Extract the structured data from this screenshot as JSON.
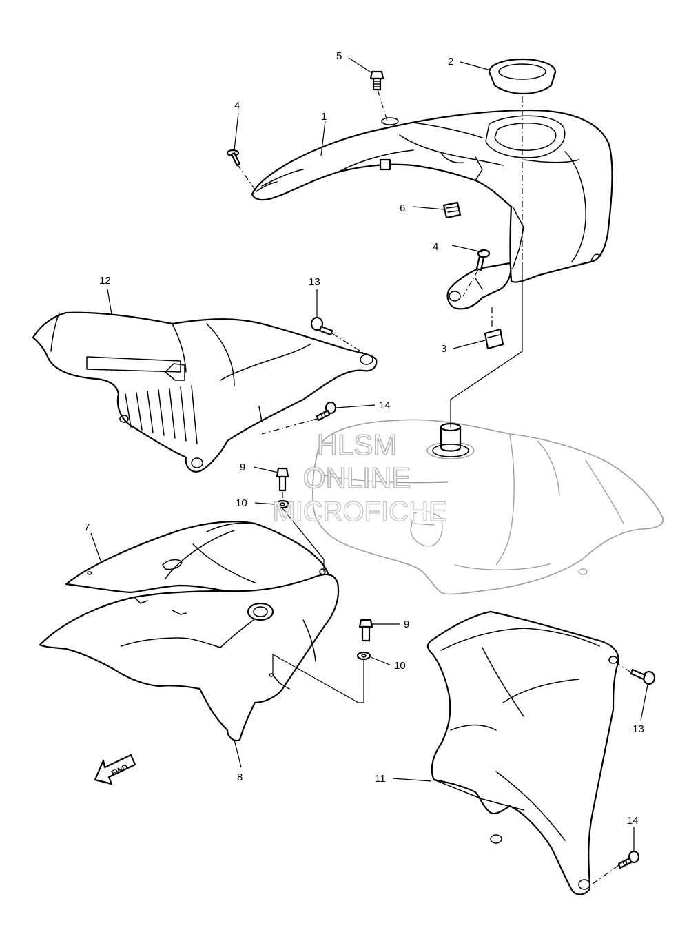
{
  "diagram": {
    "callouts": [
      "1",
      "2",
      "3",
      "4",
      "4",
      "5",
      "6",
      "7",
      "8",
      "9",
      "9",
      "10",
      "10",
      "11",
      "12",
      "13",
      "13",
      "14",
      "14"
    ],
    "fwd_label": "FWD",
    "watermark": {
      "line1": "HLSM",
      "line2": "ONLINE",
      "line3": "MICROFICHE"
    }
  }
}
